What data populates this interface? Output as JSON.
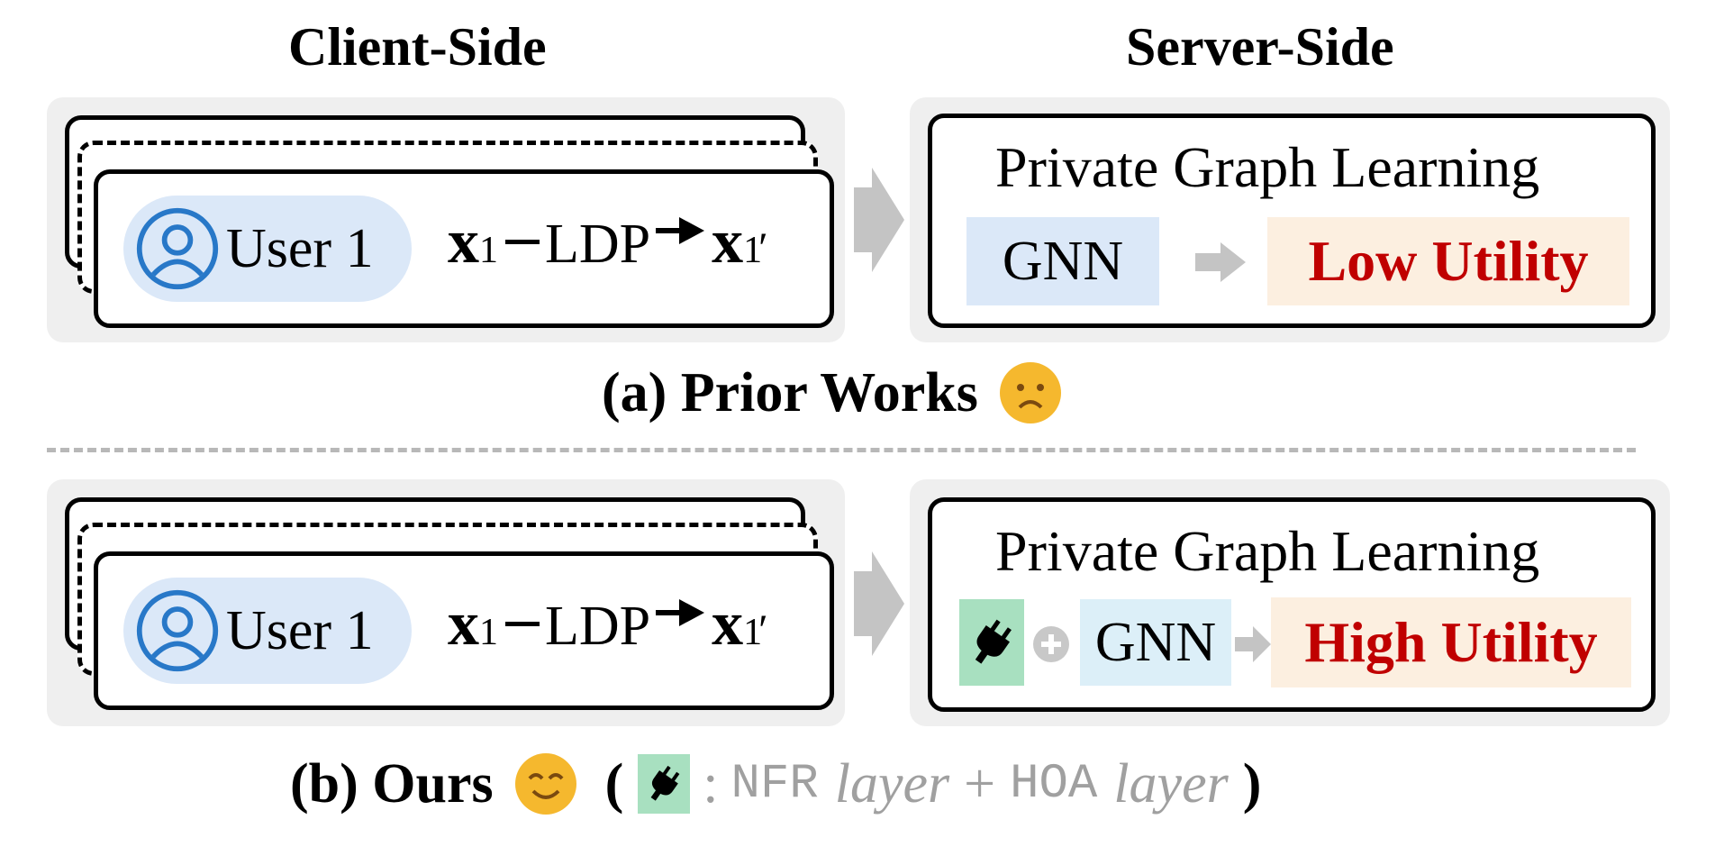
{
  "headers": {
    "client": "Client-Side",
    "server": "Server-Side"
  },
  "rows": [
    {
      "user_label": "User 1",
      "formula": {
        "var": "x",
        "sub": "1",
        "op": "LDP",
        "prime": "′"
      },
      "server_title": "Private Graph Learning",
      "gnn": "GNN",
      "result": "Low Utility",
      "caption": "(a) Prior Works"
    },
    {
      "user_label": "User 1",
      "formula": {
        "var": "x",
        "sub": "1",
        "op": "LDP",
        "prime": "′"
      },
      "server_title": "Private Graph Learning",
      "gnn": "GNN",
      "result": "High Utility",
      "caption": "(b) Ours"
    }
  ],
  "legend": {
    "open": "(",
    "colon": ":",
    "nfr": "NFR",
    "layer1": "layer",
    "plus": "+",
    "hoa": "HOA",
    "layer2": "layer",
    "close": ")"
  },
  "colors": {
    "panel_bg": "#efefef",
    "user_pill": "#dbe8f8",
    "gnn_box": "#dbe8f8",
    "result_bg": "#fcefe0",
    "result_text": "#c00000",
    "plugin_bg": "#a8e0c0",
    "emoji": "#f5b82e",
    "user_icon": "#2878c8"
  },
  "icons": [
    "user-icon",
    "plugin-icon",
    "plus-circle-icon",
    "sad-face-icon",
    "smile-face-icon",
    "arrow-right-icon"
  ]
}
